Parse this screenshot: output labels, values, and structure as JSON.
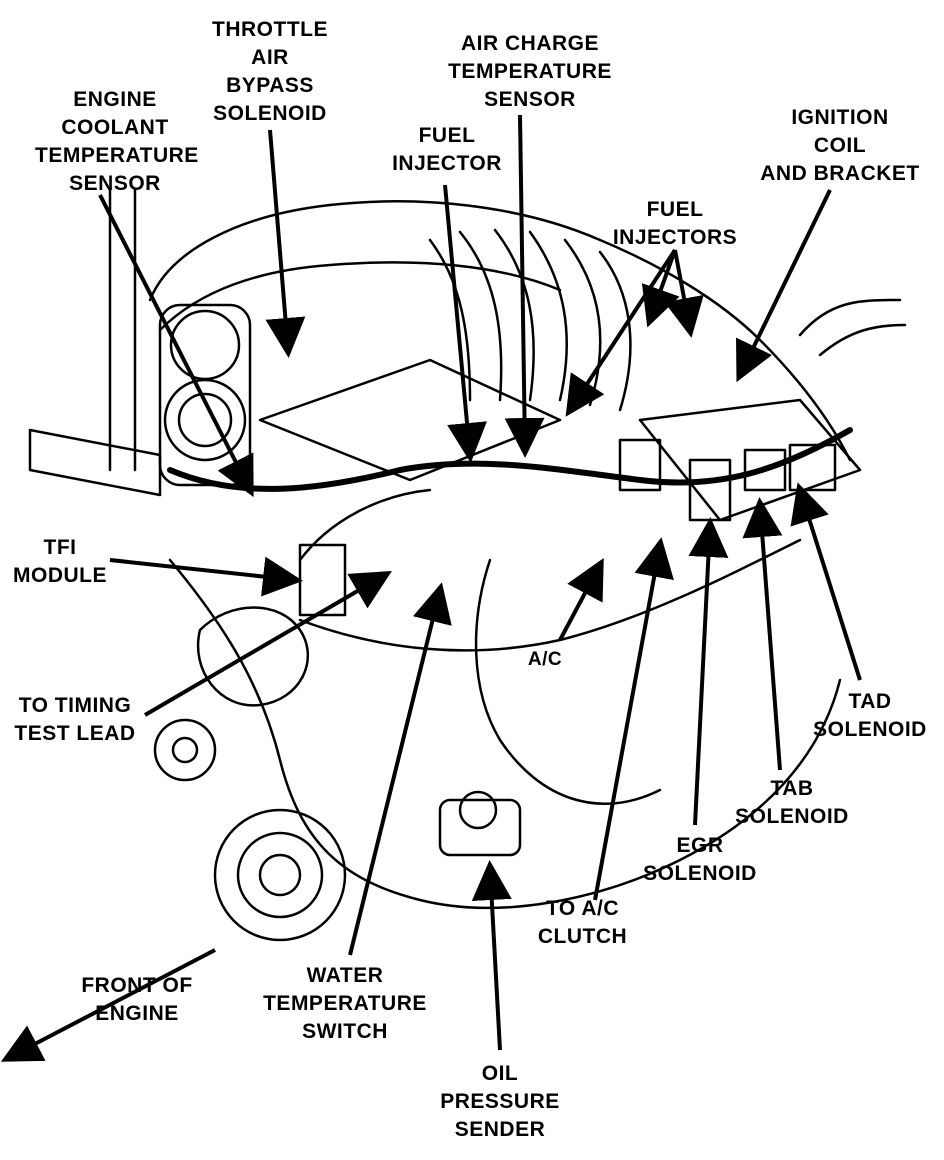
{
  "labels": {
    "throttle_air_bypass_solenoid": [
      "THROTTLE",
      "AIR",
      "BYPASS",
      "SOLENOID"
    ],
    "engine_coolant_temperature_sensor": [
      "ENGINE",
      "COOLANT",
      "TEMPERATURE",
      "SENSOR"
    ],
    "air_charge_temperature_sensor": [
      "AIR CHARGE",
      "TEMPERATURE",
      "SENSOR"
    ],
    "fuel_injector": [
      "FUEL",
      "INJECTOR"
    ],
    "ignition_coil_and_bracket": [
      "IGNITION",
      "COIL",
      "AND BRACKET"
    ],
    "fuel_injectors": [
      "FUEL",
      "INJECTORS"
    ],
    "tfi_module": [
      "TFI",
      "MODULE"
    ],
    "to_timing_test_lead": [
      "TO TIMING",
      "TEST LEAD"
    ],
    "ac": [
      "A/C"
    ],
    "tad_solenoid": [
      "TAD",
      "SOLENOID"
    ],
    "tab_solenoid": [
      "TAB",
      "SOLENOID"
    ],
    "egr_solenoid": [
      "EGR",
      "SOLENOID"
    ],
    "to_ac_clutch": [
      "TO A/C",
      "CLUTCH"
    ],
    "front_of_engine": [
      "FRONT OF",
      "ENGINE"
    ],
    "water_temperature_switch": [
      "WATER",
      "TEMPERATURE",
      "SWITCH"
    ],
    "oil_pressure_sender": [
      "OIL",
      "PRESSURE",
      "SENDER"
    ]
  },
  "colors": {
    "ink": "#000000",
    "paper": "#ffffff"
  }
}
